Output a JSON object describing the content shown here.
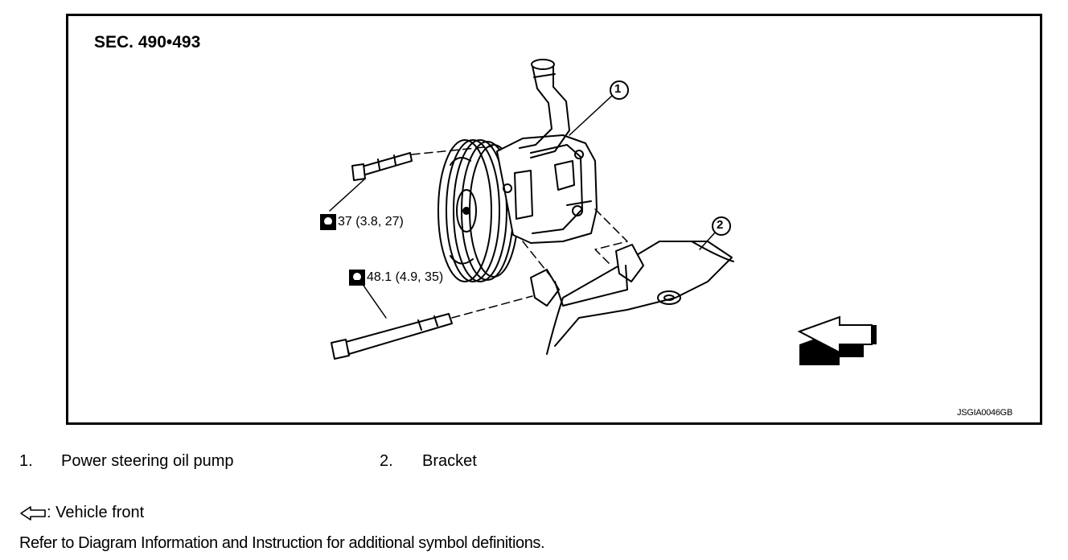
{
  "diagram": {
    "section_label": "SEC. 490•493",
    "figure_id": "JSGIA0046GB",
    "callouts": [
      "1",
      "2"
    ],
    "torque_specs": [
      {
        "value": "37 (3.8, 27)",
        "icon": "torque-wrench-icon"
      },
      {
        "value": "48.1 (4.9, 35)",
        "icon": "torque-wrench-icon"
      }
    ],
    "front_arrow_icon": "vehicle-front-arrow-icon"
  },
  "legend": {
    "items": [
      {
        "num": "1.",
        "label": "Power steering oil pump"
      },
      {
        "num": "2.",
        "label": "Bracket"
      }
    ],
    "front_icon": "hollow-left-arrow-icon",
    "front_text": ": Vehicle front",
    "note": "Refer to Diagram Information and Instruction for additional symbol definitions."
  }
}
